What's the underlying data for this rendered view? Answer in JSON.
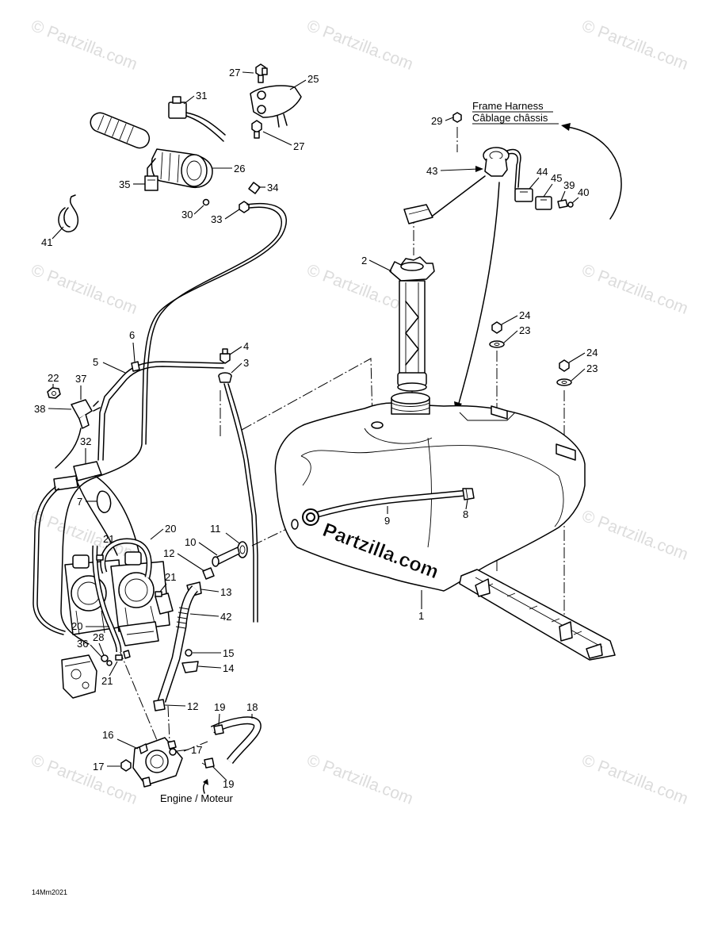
{
  "callouts": [
    "27",
    "25",
    "31",
    "29",
    "27",
    "26",
    "43",
    "44",
    "45",
    "39",
    "40",
    "35",
    "34",
    "30",
    "33",
    "41",
    "2",
    "24",
    "23",
    "6",
    "4",
    "5",
    "3",
    "24",
    "23",
    "22",
    "37",
    "38",
    "32",
    "7",
    "9",
    "8",
    "20",
    "11",
    "21",
    "10",
    "12",
    "21",
    "13",
    "1",
    "42",
    "20",
    "28",
    "36",
    "15",
    "14",
    "21",
    "12",
    "19",
    "18",
    "16",
    "17",
    "17",
    "19"
  ],
  "labels": {
    "frame_harness": "Frame Harness",
    "frame_harness_fr": "Câblage châssis",
    "engine": "Engine / Moteur",
    "drawing_code": "14Mm2021"
  },
  "watermark": {
    "text": "© Partzilla.com",
    "center_text": "Partzilla.com"
  },
  "colors": {
    "line": "#000000",
    "watermark": "#dcdcdc",
    "background": "#ffffff"
  }
}
